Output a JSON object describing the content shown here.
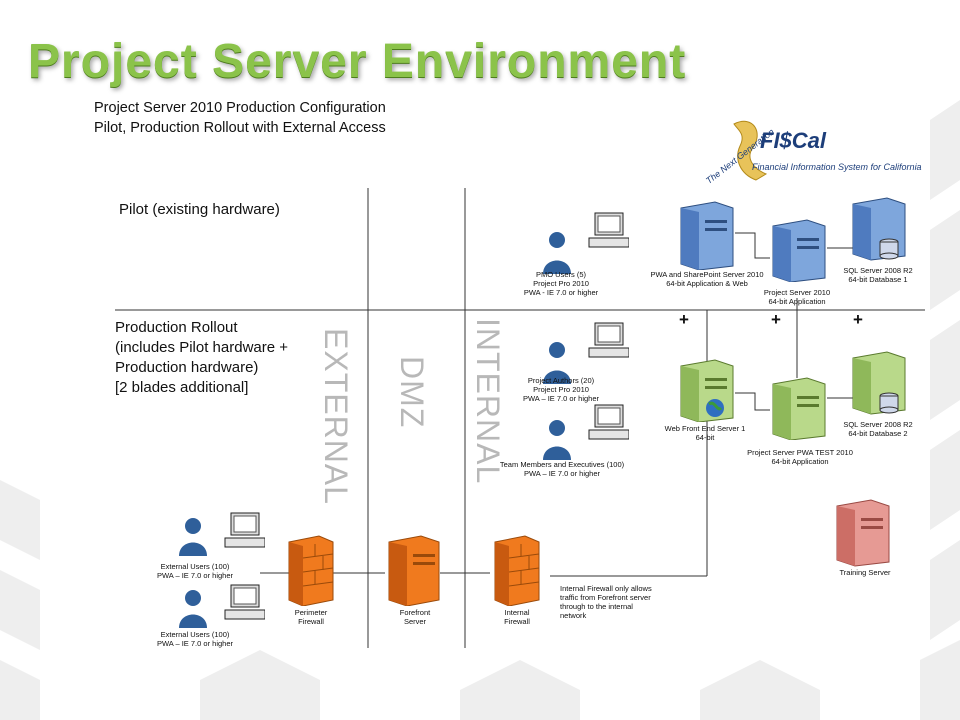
{
  "slide": {
    "title": "Project  Server Environment"
  },
  "header": {
    "line1": "Project Server 2010 Production Configuration",
    "line2": "Pilot, Production Rollout with External Access"
  },
  "logo": {
    "tagline": "The Next Generation",
    "name": "FI$Cal",
    "subtitle": "Financial Information System for California"
  },
  "sections": {
    "pilot": "Pilot (existing hardware)",
    "production": [
      "Production Rollout",
      "(includes Pilot hardware +",
      "Production hardware)",
      "[2 blades additional]"
    ]
  },
  "zones": {
    "external": "EXTERNAL",
    "dmz": "DMZ",
    "internal": "INTERNAL"
  },
  "plus_sign": "+",
  "colors": {
    "title": "#8bc34a",
    "blue_server": "#7ea6dc",
    "green_server": "#b9d98a",
    "orange": "#f07a1e",
    "red_server": "#e69a94",
    "user": "#2f5f9a"
  },
  "nodes": {
    "pmo_users": [
      "PMO Users (5)",
      "Project Pro 2010",
      "PWA - IE 7.0 or higher"
    ],
    "project_authors": [
      "Project Authors (20)",
      "Project Pro 2010",
      "PWA – IE 7.0 or higher"
    ],
    "team_members": [
      "Team Members and Executives (100)",
      "PWA – IE 7.0 or higher"
    ],
    "external_users_1": [
      "External Users (100)",
      "PWA – IE 7.0 or higher"
    ],
    "external_users_2": [
      "External Users (100)",
      "PWA – IE 7.0 or higher"
    ],
    "pwa_sharepoint": [
      "PWA  and SharePoint Server  2010",
      "64-bit Application & Web"
    ],
    "project_server_2010": [
      "Project Server 2010",
      "64-bit Application"
    ],
    "sql_db1": [
      "SQL Server 2008 R2",
      "64-bit Database 1"
    ],
    "web_front_end": [
      "Web Front End Server 1",
      "64-bit"
    ],
    "project_server_test": [
      "Project Server PWA TEST 2010",
      "64-bit Application"
    ],
    "sql_db2": [
      "SQL Server 2008 R2",
      "64-bit Database 2"
    ],
    "training_server": [
      "Training Server"
    ],
    "perimeter_firewall": [
      "Perimeter",
      "Firewall"
    ],
    "forefront_server": [
      "Forefront",
      "Server"
    ],
    "internal_firewall": [
      "Internal",
      "Firewall"
    ],
    "internal_firewall_note": [
      "Internal Firewall only allows",
      "traffic from Forefront server",
      "through to the internal",
      "network"
    ]
  }
}
